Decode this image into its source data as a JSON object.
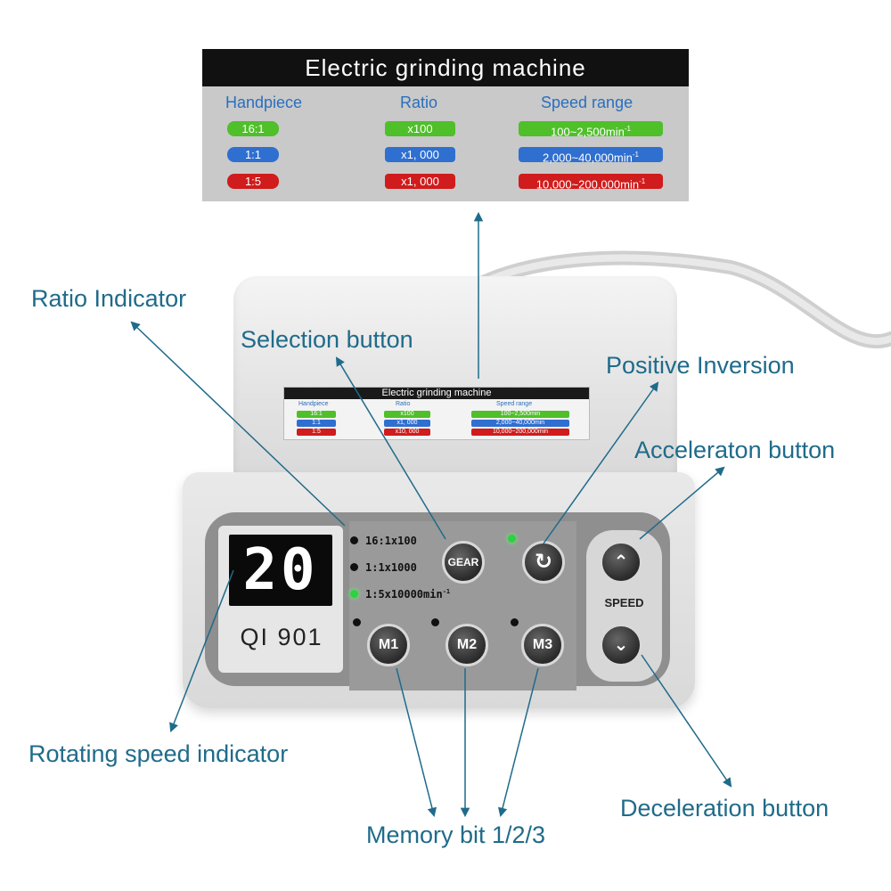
{
  "spec_table": {
    "title": "Electric grinding machine",
    "headers": {
      "handpiece": "Handpiece",
      "ratio": "Ratio",
      "speed": "Speed range"
    },
    "rows": [
      {
        "handpiece": "16:1",
        "ratio": "x100",
        "speed": "100~2,500min",
        "color": "#4fbf2a"
      },
      {
        "handpiece": "1:1",
        "ratio": "x1, 000",
        "speed": "2,000~40,000min",
        "color": "#2f6fd0"
      },
      {
        "handpiece": "1:5",
        "ratio": "x1, 000",
        "speed": "10,000~200,000min",
        "color": "#d01c1c"
      }
    ],
    "unit_exp": "-1"
  },
  "callouts": {
    "ratio_indicator": "Ratio Indicator",
    "selection_button": "Selection button",
    "positive_inversion": "Positive Inversion",
    "acceleration_button": "Acceleraton button",
    "rotating_speed_indicator": "Rotating speed indicator",
    "deceleration_button": "Deceleration button",
    "memory_bit": "Memory bit 1/2/3"
  },
  "device": {
    "mini_label": {
      "title": "Electric grinding machine",
      "headers": {
        "handpiece": "Handpiece",
        "ratio": "Ratio",
        "speed": "Speed range"
      },
      "rows": [
        {
          "handpiece": "16:1",
          "ratio": "x100",
          "speed": "100~2,500min"
        },
        {
          "handpiece": "1:1",
          "ratio": "x1, 000",
          "speed": "2,000~40,000min"
        },
        {
          "handpiece": "1:5",
          "ratio": "x10, 000",
          "speed": "10,000~200,000min"
        }
      ]
    },
    "display_value": "20",
    "model": "QI 901",
    "ratio_options": [
      "16:1x100",
      "1:1x1000",
      "1:5x10000min"
    ],
    "ratio_unit_exp": "-1",
    "active_ratio_index": 2,
    "buttons": {
      "gear": "GEAR",
      "m1": "M1",
      "m2": "M2",
      "m3": "M3",
      "speed_label": "SPEED"
    },
    "icons": {
      "inversion": "rotate-icon",
      "up": "chevron-up-icon",
      "down": "chevron-down-icon"
    },
    "led_on_color": "#2ed13e"
  }
}
